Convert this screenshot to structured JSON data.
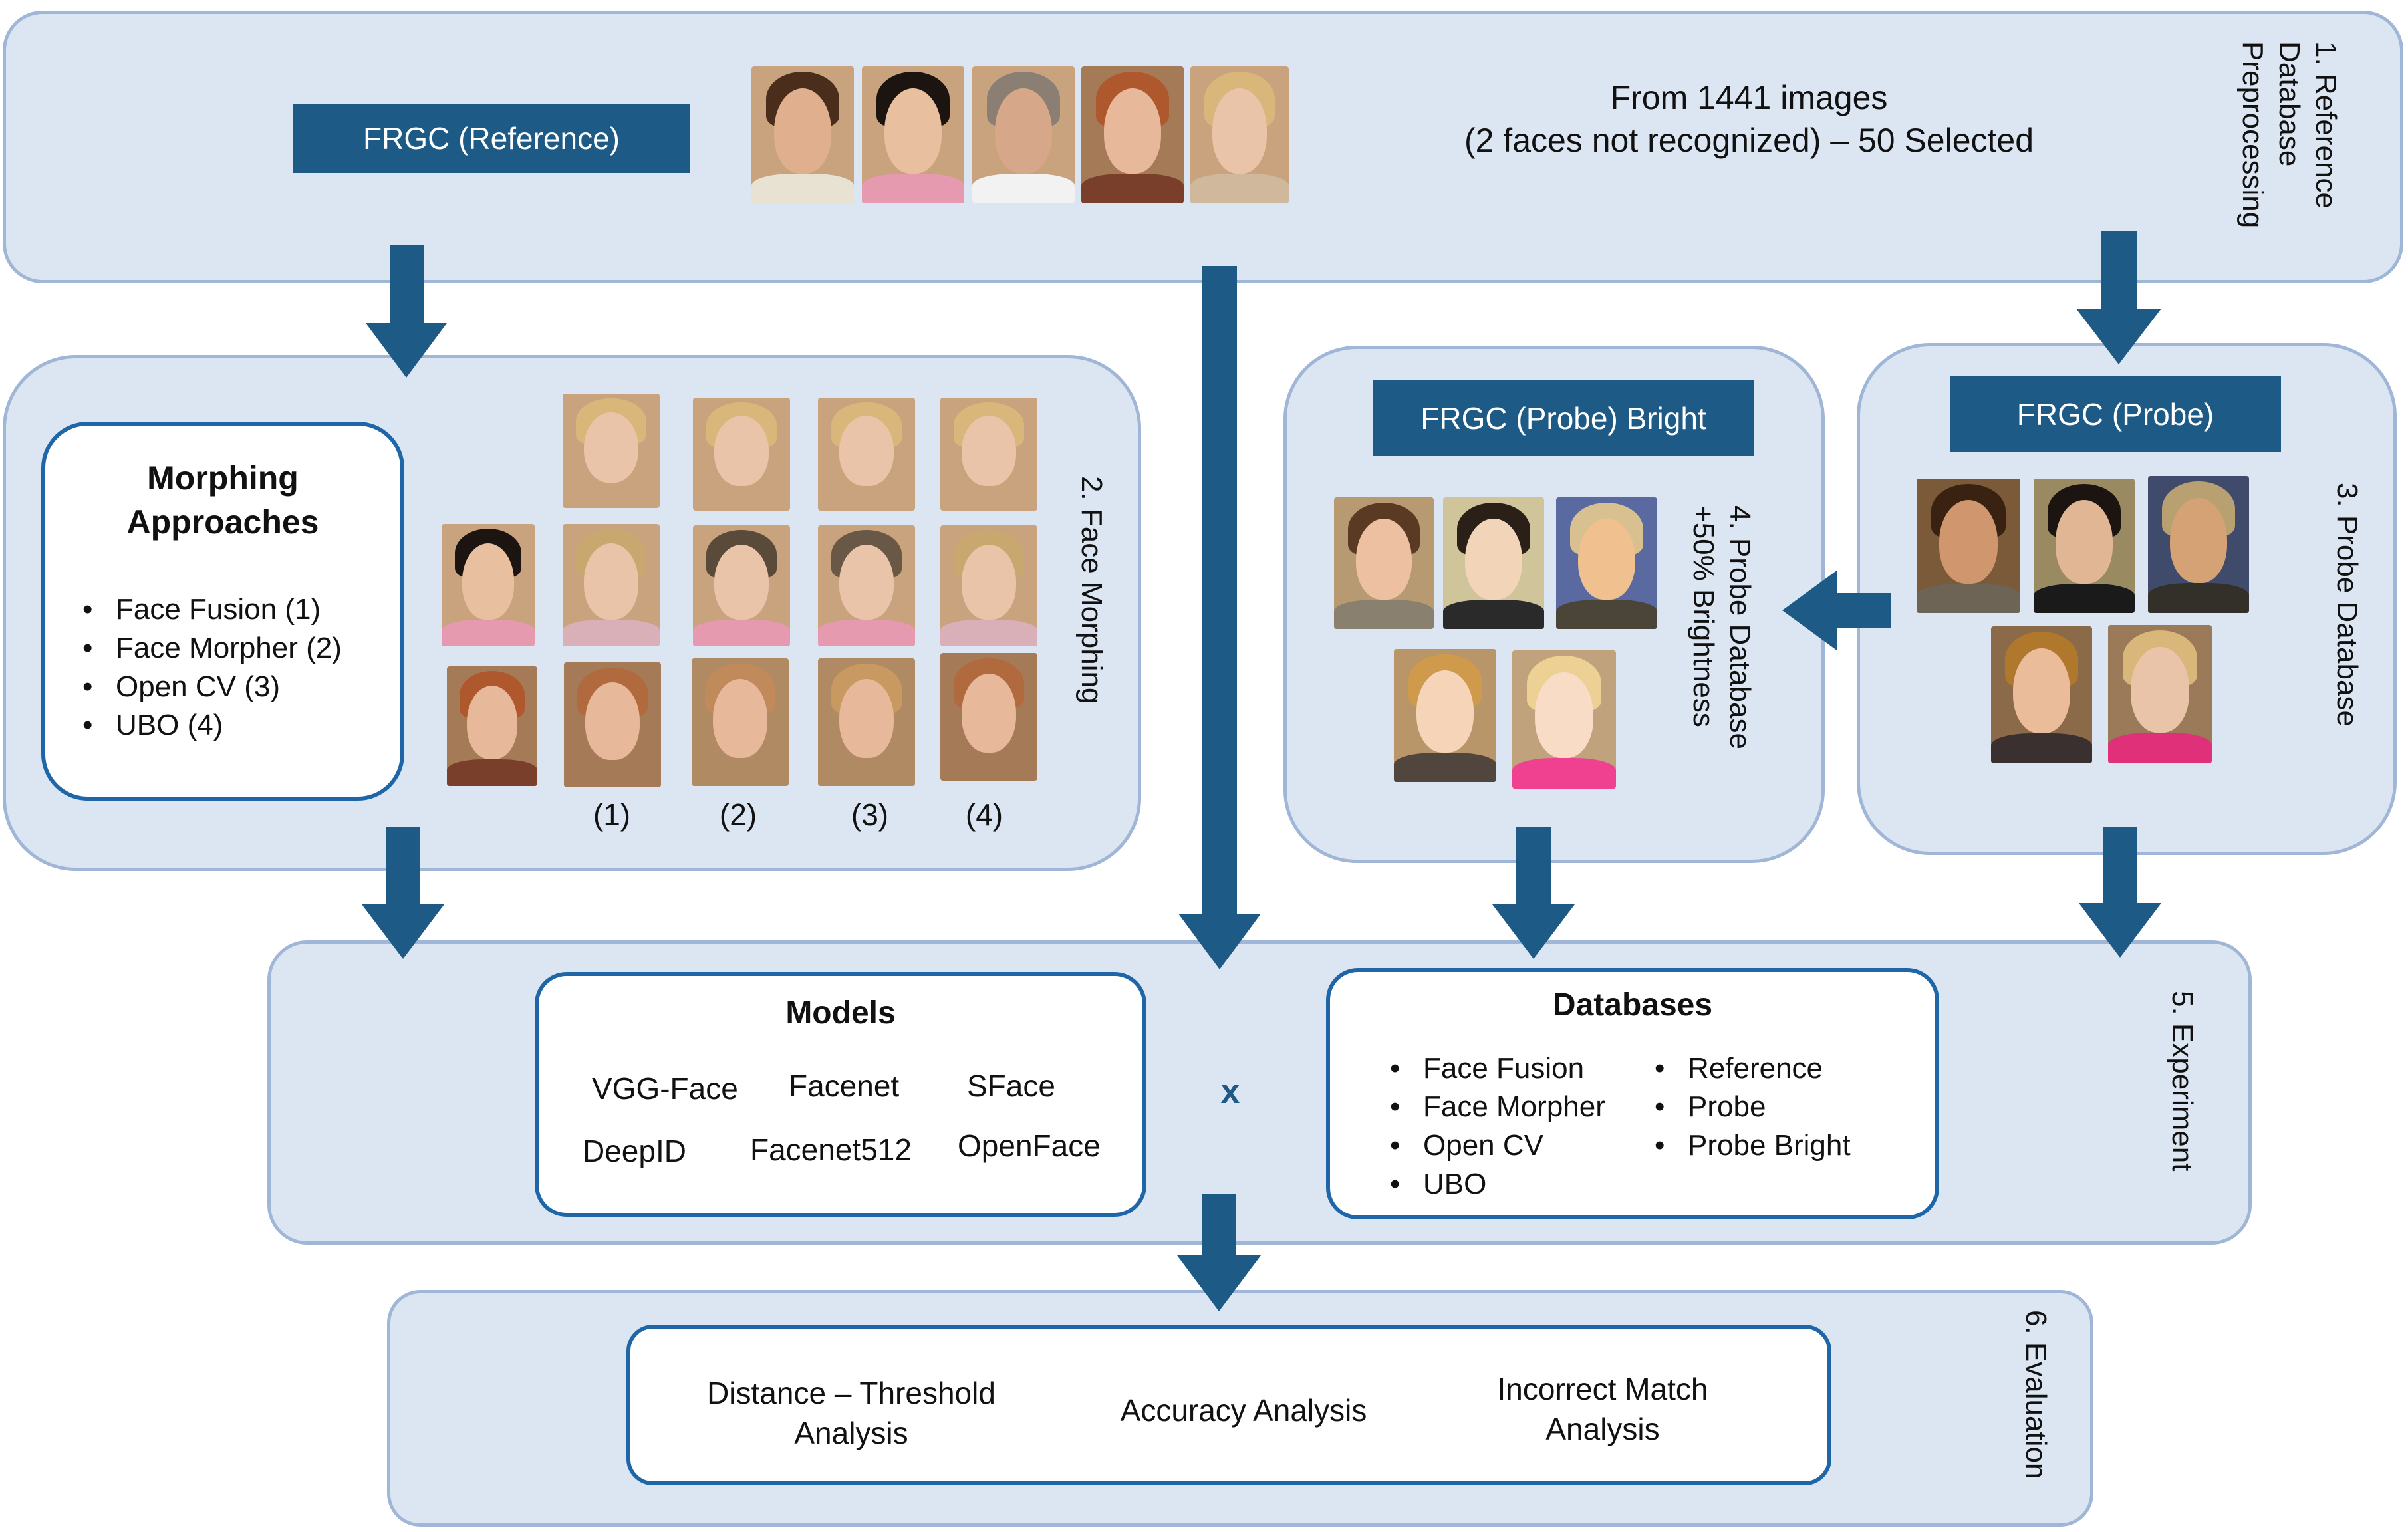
{
  "sections": {
    "s1": "1. Reference Database Preprocessing",
    "s2": "2. Face Morphing",
    "s3": "3. Probe  Database",
    "s4": "4. Probe Database +50% Brightness",
    "s5": "5. Experiment",
    "s6": "6. Evaluation"
  },
  "reference": {
    "label": "FRGC (Reference)",
    "info_line1": "From 1441 images",
    "info_line2": "(2 faces not recognized) – 50 Selected"
  },
  "morphing": {
    "title_line1": "Morphing",
    "title_line2": "Approaches",
    "items": [
      "Face Fusion (1)",
      "Face Morpher (2)",
      "Open CV (3)",
      "UBO (4)"
    ],
    "column_labels": [
      "(1)",
      "(2)",
      "(3)",
      "(4)"
    ]
  },
  "probe": {
    "label": "FRGC (Probe)"
  },
  "probe_bright": {
    "label": "FRGC (Probe) Bright"
  },
  "experiment": {
    "models_title": "Models",
    "models": [
      "VGG-Face",
      "Facenet",
      "SFace",
      "DeepID",
      "Facenet512",
      "OpenFace"
    ],
    "cross": "x",
    "databases_title": "Databases",
    "databases_left": [
      "Face Fusion",
      "Face Morpher",
      "Open CV",
      "UBO"
    ],
    "databases_right": [
      "Reference",
      "Probe",
      "Probe Bright"
    ]
  },
  "evaluation": {
    "item1_line1": "Distance – Threshold",
    "item1_line2": "Analysis",
    "item2": "Accuracy Analysis",
    "item3_line1": "Incorrect Match",
    "item3_line2": "Analysis"
  },
  "colors": {
    "panel_fill": "#dce6f2",
    "panel_border": "#9fb6d6",
    "accent": "#1d5a85",
    "box_border": "#1f66a8"
  }
}
